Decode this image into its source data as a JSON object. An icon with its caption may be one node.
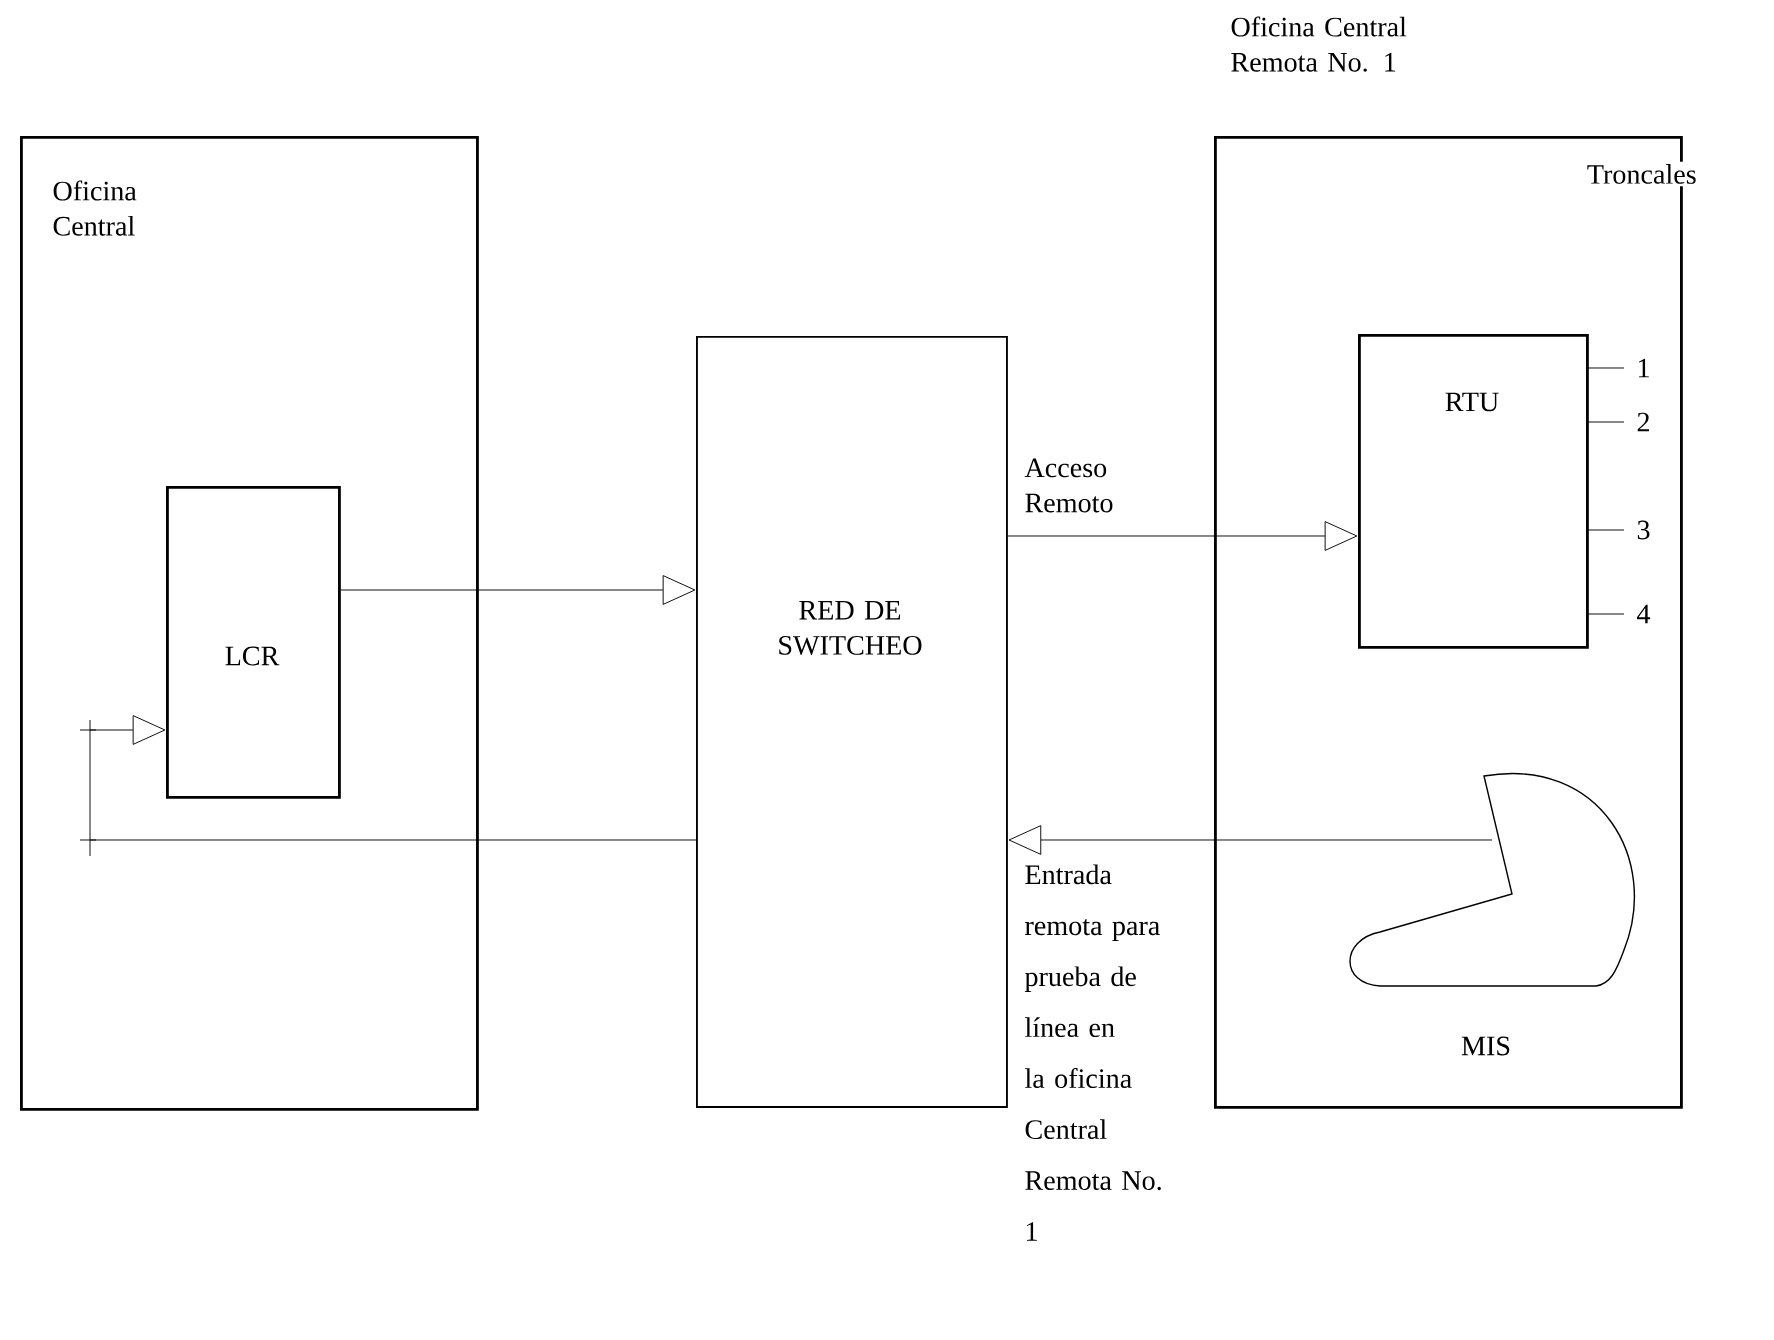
{
  "diagram": {
    "nodes": [
      {
        "text": [
          "Oficina Central"
        ]
      },
      {
        "text": [
          "LCR"
        ],
        "in": 0
      },
      {
        "text": [
          "RED DE SWITCHEO"
        ]
      },
      {
        "text": [
          "Oficina Central Remota No. 1"
        ]
      },
      {
        "text": [
          "RTU"
        ],
        "in": 3
      },
      {
        "text": [],
        "shape": "picture",
        "beside": [
          "MIS"
        ],
        "in": 3
      }
    ],
    "edges": [
      {
        "from": 1,
        "to": 2,
        "arrow": "to"
      },
      {
        "from": 2,
        "to": 4,
        "arrow": "to",
        "label": "Acceso Remoto"
      },
      {
        "from": 5,
        "to": 2,
        "arrow": "to",
        "label": "Entrada remota para prueba de línea en la oficina Central Remota No. 1"
      },
      {
        "from": 2,
        "to": 1,
        "arrow": "to"
      }
    ],
    "labels": [
      "Troncales",
      "1",
      "2",
      "3",
      "4"
    ]
  }
}
